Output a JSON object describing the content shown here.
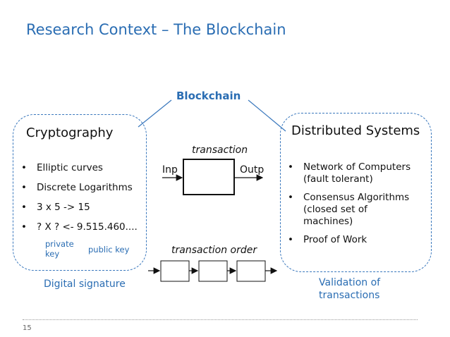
{
  "slide": {
    "title": "Research Context – The Blockchain",
    "center_title": "Blockchain",
    "page_number": "15"
  },
  "left_panel": {
    "heading": "Cryptography",
    "items": [
      {
        "label": "Elliptic curves"
      },
      {
        "label": "Discrete Logarithms"
      },
      {
        "label": "3  x 5 -> 15"
      },
      {
        "label": "? X ? <- 9.515.460...."
      }
    ],
    "private_key_label": "private key",
    "public_key_label": "public key",
    "caption": "Digital signature"
  },
  "right_panel": {
    "heading": "Distributed Systems",
    "items": [
      {
        "label": "Network of Computers (fault tolerant)"
      },
      {
        "label": "Consensus Algorithms (closed set of machines)"
      },
      {
        "label": "Proof of Work"
      }
    ],
    "caption": "Validation of transactions"
  },
  "diagram": {
    "transaction_label": "transaction",
    "input_label": "Inp",
    "output_label": "Outp",
    "order_label": "transaction order"
  },
  "colors": {
    "accent_blue": "#2a6db3",
    "text": "#111111"
  }
}
